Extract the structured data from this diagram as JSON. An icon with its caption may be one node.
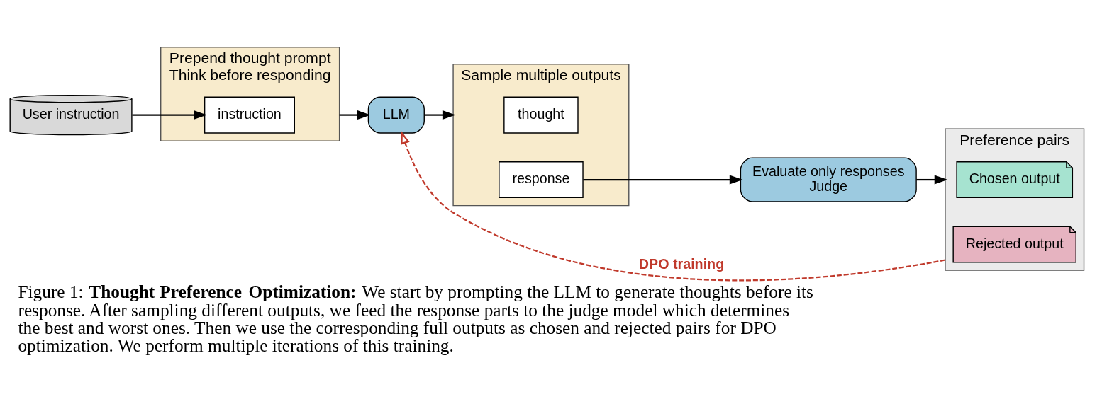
{
  "diagram": {
    "caption": "Figure 1: **Thought Preference Optimization:** We start by prompting the LLM to generate thoughts before its response. After sampling different outputs, we feed the response parts to the judge model which determines the best and worst ones. Then we use the corresponding full outputs as chosen and rejected pairs for DPO optimization. We perform multiple iterations of this training.",
    "nodes": [
      {
        "text": [
          "User instruction"
        ]
      },
      {
        "text": [
          "Prepend thought prompt",
          "Think before responding"
        ]
      },
      {
        "text": [
          "instruction"
        ],
        "in": 1
      },
      {
        "text": [
          "LLM"
        ]
      },
      {
        "text": [
          "Sample multiple outputs"
        ]
      },
      {
        "text": [
          "thought"
        ],
        "in": 4
      },
      {
        "text": [
          "response"
        ],
        "in": 4
      },
      {
        "text": [
          "Evaluate only responses",
          "Judge"
        ]
      },
      {
        "text": [
          "Preference pairs"
        ]
      },
      {
        "text": [
          "Chosen output"
        ],
        "in": 8
      },
      {
        "text": [
          "Rejected output"
        ],
        "in": 8
      }
    ],
    "edges": [
      {
        "from": 0,
        "to": 2,
        "arrow": "to"
      },
      {
        "from": 1,
        "to": 3,
        "arrow": "to"
      },
      {
        "from": 3,
        "to": 4,
        "arrow": "to"
      },
      {
        "from": 6,
        "to": 7,
        "arrow": "to"
      },
      {
        "from": 7,
        "to": 8,
        "arrow": "to"
      },
      {
        "from": 8,
        "to": 3,
        "arrow": "to",
        "label": "DPO training",
        "style": "dashed",
        "color": "#c0392b"
      }
    ]
  }
}
